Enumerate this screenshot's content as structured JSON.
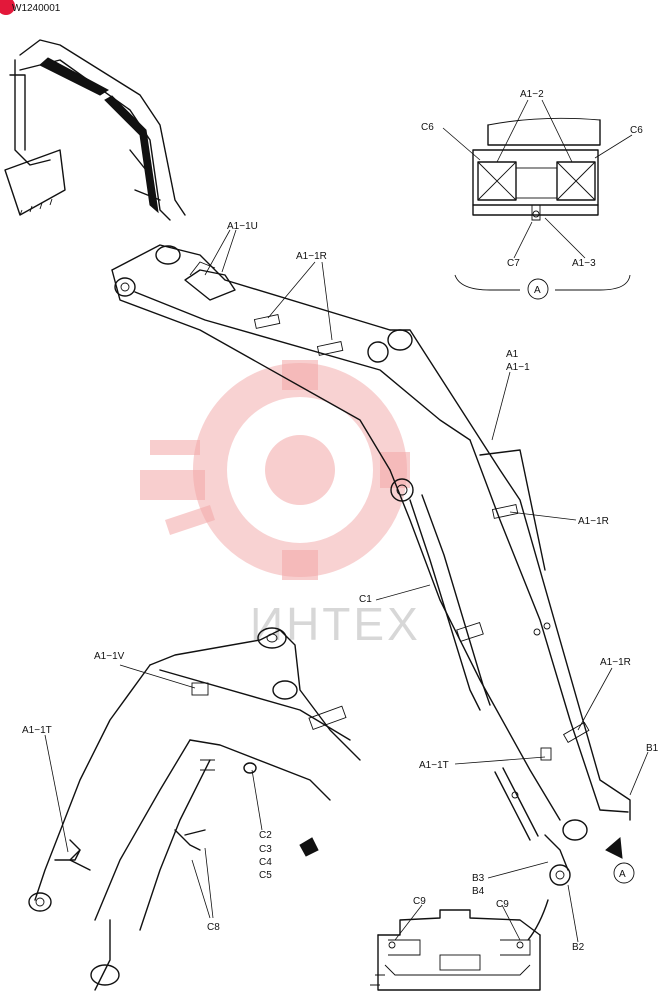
{
  "header": {
    "doc_code": "W1240001",
    "brand_color": "#e3183a"
  },
  "watermark": {
    "text": "ИНТЕХ",
    "color": "#f2a6a6"
  },
  "labels": {
    "a1_2": "A1−2",
    "c6_left": "C6",
    "c6_right": "C6",
    "c7": "C7",
    "a1_3": "A1−3",
    "view_a": "A",
    "view_a_arrow": "A",
    "a1_1u": "A1−1U",
    "a1_1r_top": "A1−1R",
    "a1": "A1",
    "a1_1": "A1−1",
    "a1_1r_mid": "A1−1R",
    "c1": "C1",
    "a1_1v": "A1−1V",
    "a1_1r_low": "A1−1R",
    "a1_1t_left": "A1−1T",
    "a1_1t_right": "A1−1T",
    "b1": "B1",
    "c2": "C2",
    "c3": "C3",
    "c4": "C4",
    "c5": "C5",
    "b3": "B3",
    "b4": "B4",
    "c8": "C8",
    "c9_left": "C9",
    "c9_right": "C9",
    "b2": "B2"
  }
}
